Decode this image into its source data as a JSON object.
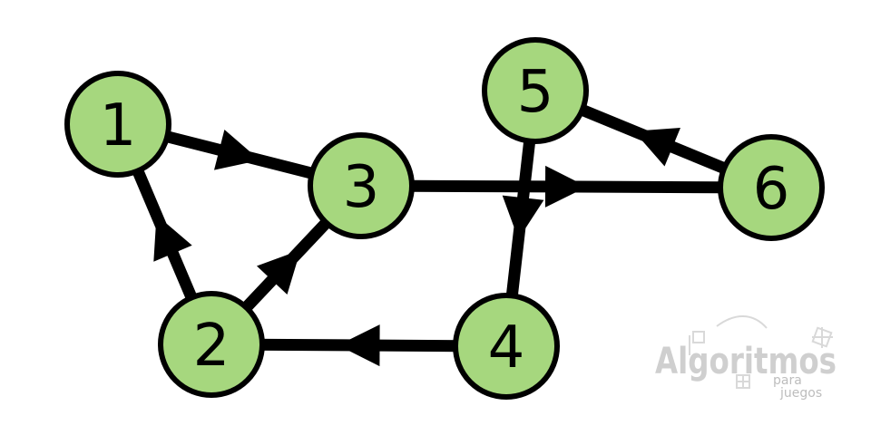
{
  "diagram": {
    "colors": {
      "node_fill": "#a6d77e",
      "stroke": "#000000",
      "logo": "#cfcfcf"
    },
    "nodes": [
      {
        "id": "1",
        "label": "1"
      },
      {
        "id": "2",
        "label": "2"
      },
      {
        "id": "3",
        "label": "3"
      },
      {
        "id": "4",
        "label": "4"
      },
      {
        "id": "5",
        "label": "5"
      },
      {
        "id": "6",
        "label": "6"
      }
    ],
    "edges": [
      {
        "from": "1",
        "to": "3"
      },
      {
        "from": "2",
        "to": "1"
      },
      {
        "from": "2",
        "to": "3"
      },
      {
        "from": "3",
        "to": "6"
      },
      {
        "from": "5",
        "to": "4"
      },
      {
        "from": "6",
        "to": "5"
      },
      {
        "from": "4",
        "to": "2"
      }
    ]
  },
  "logo": {
    "main": "Algoritmos",
    "line1": "para",
    "line2": "juegos"
  }
}
